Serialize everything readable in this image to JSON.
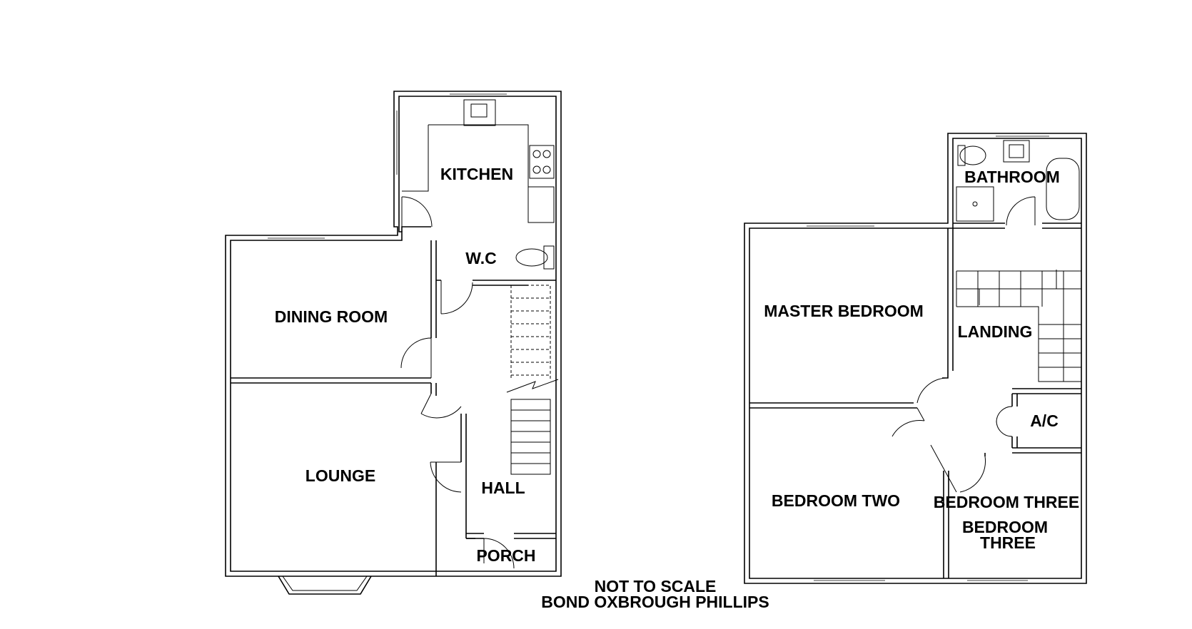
{
  "ground_floor": {
    "rooms": {
      "kitchen": "KITCHEN",
      "wc": "W.C",
      "dining_room": "DINING ROOM",
      "lounge": "LOUNGE",
      "hall": "HALL",
      "porch": "PORCH"
    }
  },
  "first_floor": {
    "rooms": {
      "bathroom": "BATHROOM",
      "master_bedroom": "MASTER BEDROOM",
      "landing": "LANDING",
      "airing_cupboard": "A/C",
      "bedroom_two": "BEDROOM TWO",
      "bedroom_three_a": "BEDROOM THREE",
      "bedroom_three_b_line1": "BEDROOM",
      "bedroom_three_b_line2": "THREE"
    }
  },
  "footer": {
    "scale_note": "NOT TO SCALE",
    "agent": "BOND OXBROUGH PHILLIPS"
  }
}
